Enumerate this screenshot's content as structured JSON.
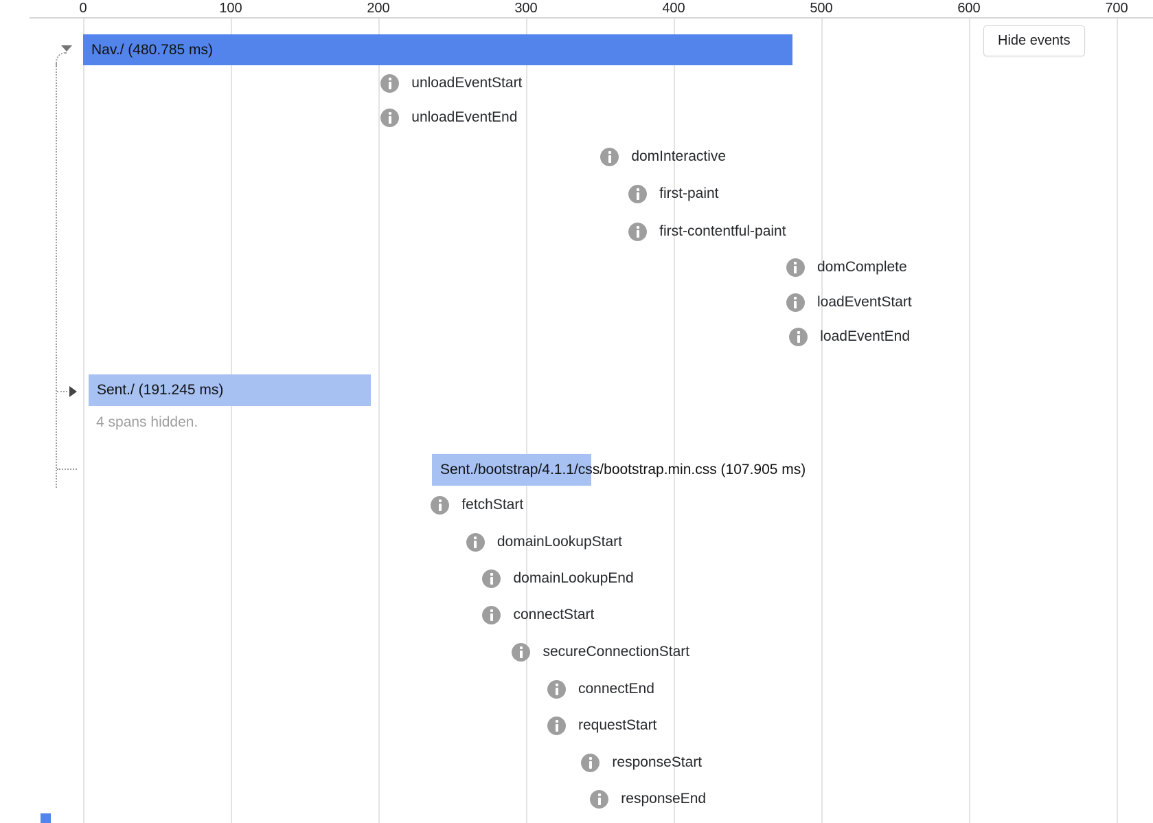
{
  "toolbar": {
    "hide_events_label": "Hide events"
  },
  "ruler": {
    "ticks": [
      "0",
      "100",
      "200",
      "300",
      "400",
      "500",
      "600",
      "700"
    ]
  },
  "colors": {
    "span_primary": "#5384ec",
    "span_secondary": "#a6c1f2",
    "event_icon": "#9e9e9e"
  },
  "trace": {
    "spans": [
      {
        "name": "Nav./",
        "label": "Nav./ (480.785 ms)",
        "start_ms": 0,
        "duration_ms": 480.785,
        "events": [
          {
            "name": "unloadEventStart",
            "t": 208
          },
          {
            "name": "unloadEventEnd",
            "t": 208
          },
          {
            "name": "domInteractive",
            "t": 357
          },
          {
            "name": "first-paint",
            "t": 376
          },
          {
            "name": "first-contentful-paint",
            "t": 376
          },
          {
            "name": "domComplete",
            "t": 483
          },
          {
            "name": "loadEventStart",
            "t": 483
          },
          {
            "name": "loadEventEnd",
            "t": 485
          }
        ]
      },
      {
        "name": "Sent./",
        "label": "Sent./ (191.245 ms)",
        "start_ms": 3.7,
        "duration_ms": 191.245,
        "hidden_note": "4 spans hidden.",
        "events": []
      },
      {
        "name": "Sent./bootstrap/4.1.1/css/bootstrap.min.css",
        "label": "Sent./bootstrap/4.1.1/css/bootstrap.min.css (107.905 ms)",
        "start_ms": 236.5,
        "duration_ms": 107.905,
        "events": [
          {
            "name": "fetchStart",
            "t": 242
          },
          {
            "name": "domainLookupStart",
            "t": 266
          },
          {
            "name": "domainLookupEnd",
            "t": 277
          },
          {
            "name": "connectStart",
            "t": 277
          },
          {
            "name": "secureConnectionStart",
            "t": 297
          },
          {
            "name": "connectEnd",
            "t": 321
          },
          {
            "name": "requestStart",
            "t": 321
          },
          {
            "name": "responseStart",
            "t": 344
          },
          {
            "name": "responseEnd",
            "t": 350
          }
        ]
      }
    ]
  }
}
